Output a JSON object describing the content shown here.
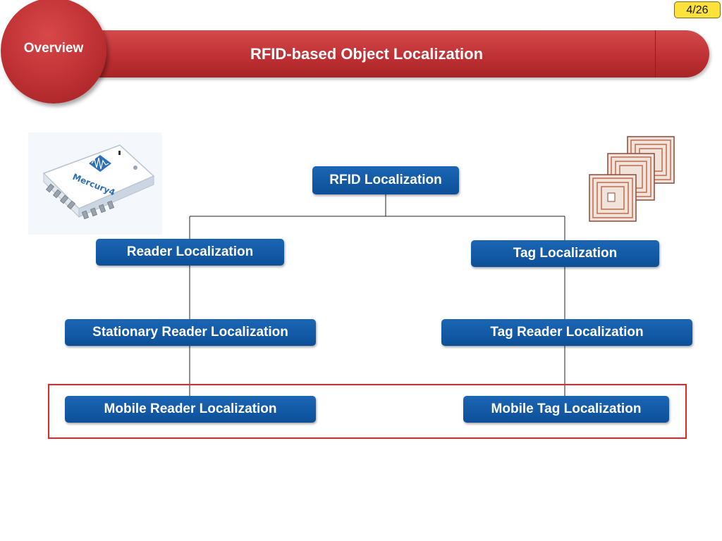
{
  "page": {
    "number": "4/26"
  },
  "header": {
    "section": "Overview",
    "title": "RFID-based Object Localization"
  },
  "illustrations": {
    "reader_device": {
      "brand_label": "Mercury4",
      "icon": "rfid-reader-icon"
    },
    "tag_stack": {
      "icon": "rfid-tag-icon"
    }
  },
  "tree": {
    "root": "RFID Localization",
    "reader": {
      "label": "Reader Localization",
      "children": [
        "Stationary Reader Localization",
        "Mobile Reader Localization"
      ]
    },
    "tag": {
      "label": "Tag Localization",
      "children": [
        "Tag Reader Localization",
        "Mobile Tag Localization"
      ]
    }
  },
  "colors": {
    "header_red": "#bd2f32",
    "node_blue": "#0d4f98",
    "highlight_red": "#e8242a",
    "page_badge_yellow": "#fde23c"
  }
}
